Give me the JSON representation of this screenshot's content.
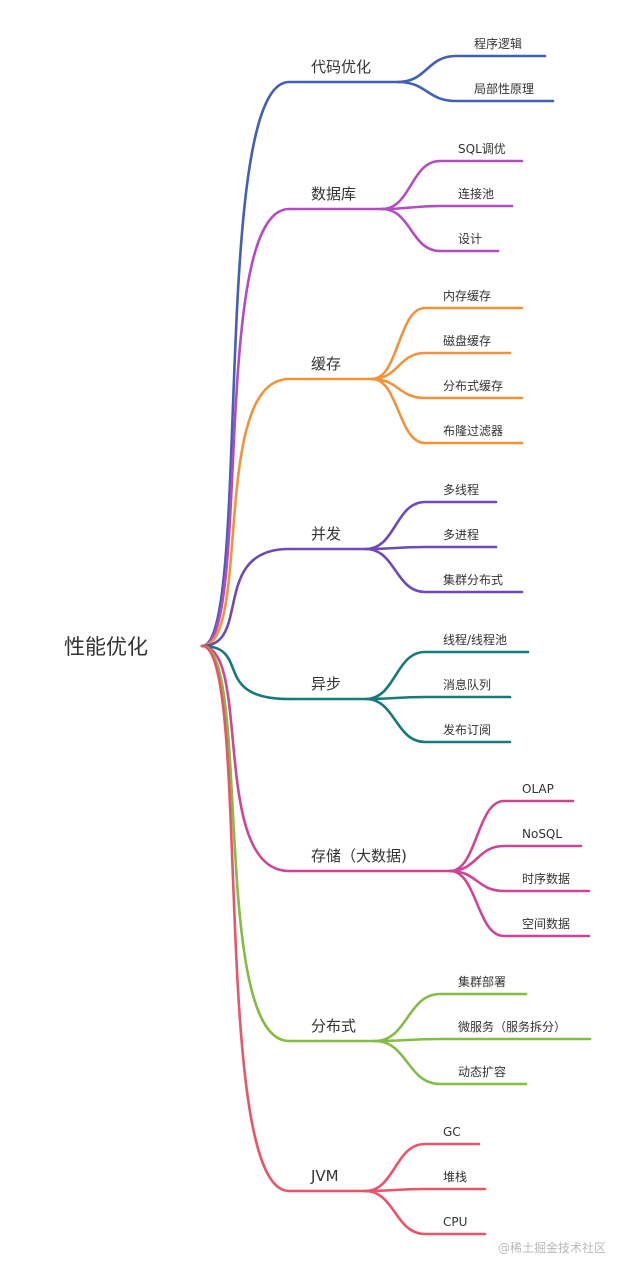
{
  "root": {
    "label": "性能优化"
  },
  "branches": [
    {
      "label": "代码优化",
      "color": "#4360b5",
      "children": [
        "程序逻辑",
        "局部性原理"
      ]
    },
    {
      "label": "数据库",
      "color": "#b54bc4",
      "children": [
        "SQL调优",
        "连接池",
        "设计"
      ]
    },
    {
      "label": "缓存",
      "color": "#f2923b",
      "children": [
        "内存缓存",
        "磁盘缓存",
        "分布式缓存",
        "布隆过滤器"
      ]
    },
    {
      "label": "并发",
      "color": "#6e49b8",
      "children": [
        "多线程",
        "多进程",
        "集群分布式"
      ]
    },
    {
      "label": "异步",
      "color": "#177a78",
      "children": [
        "线程/线程池",
        "消息队列",
        "发布订阅"
      ]
    },
    {
      "label": "存储（大数据)",
      "color": "#cf4596",
      "children": [
        "OLAP",
        "NoSQL",
        "时序数据",
        "空间数据"
      ]
    },
    {
      "label": "分布式",
      "color": "#84bc45",
      "children": [
        "集群部署",
        "微服务（服务拆分）",
        "动态扩容"
      ]
    },
    {
      "label": "JVM",
      "color": "#e85568",
      "children": [
        "GC",
        "堆栈",
        "CPU"
      ]
    }
  ],
  "watermark": "@稀土掘金技术社区"
}
